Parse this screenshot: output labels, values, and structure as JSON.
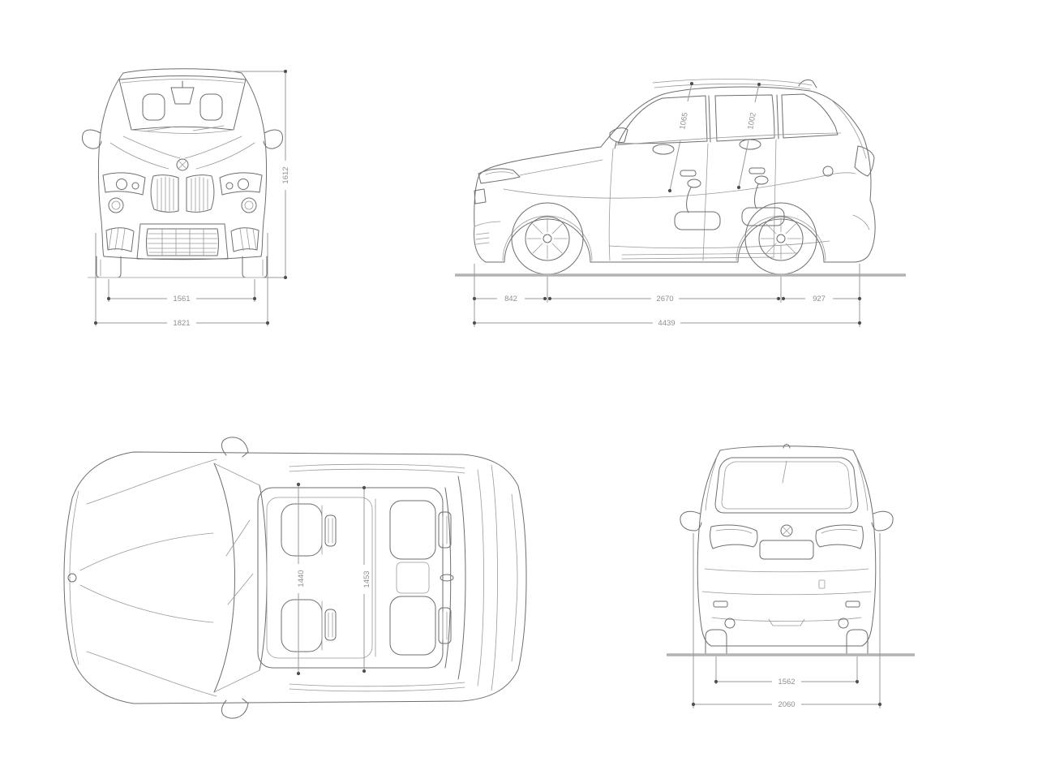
{
  "units": "mm",
  "dimensions": {
    "front_view": {
      "overall_height": "1612",
      "front_track": "1561",
      "overall_width": "1821"
    },
    "side_view": {
      "front_headroom": "1065",
      "rear_headroom": "1002",
      "front_overhang": "842",
      "wheelbase": "2670",
      "rear_overhang": "927",
      "overall_length": "4439"
    },
    "top_view": {
      "front_interior_width": "1440",
      "rear_interior_width": "1453"
    },
    "rear_view": {
      "rear_track": "1562",
      "overall_width_incl_mirrors": "2060"
    }
  },
  "colors": {
    "background": "#ffffff",
    "line_art": "#6e6e6e",
    "dimension_lines": "#9a9a9a",
    "dimension_text": "#8f8f8f",
    "ground_line": "#b3b3b3"
  }
}
